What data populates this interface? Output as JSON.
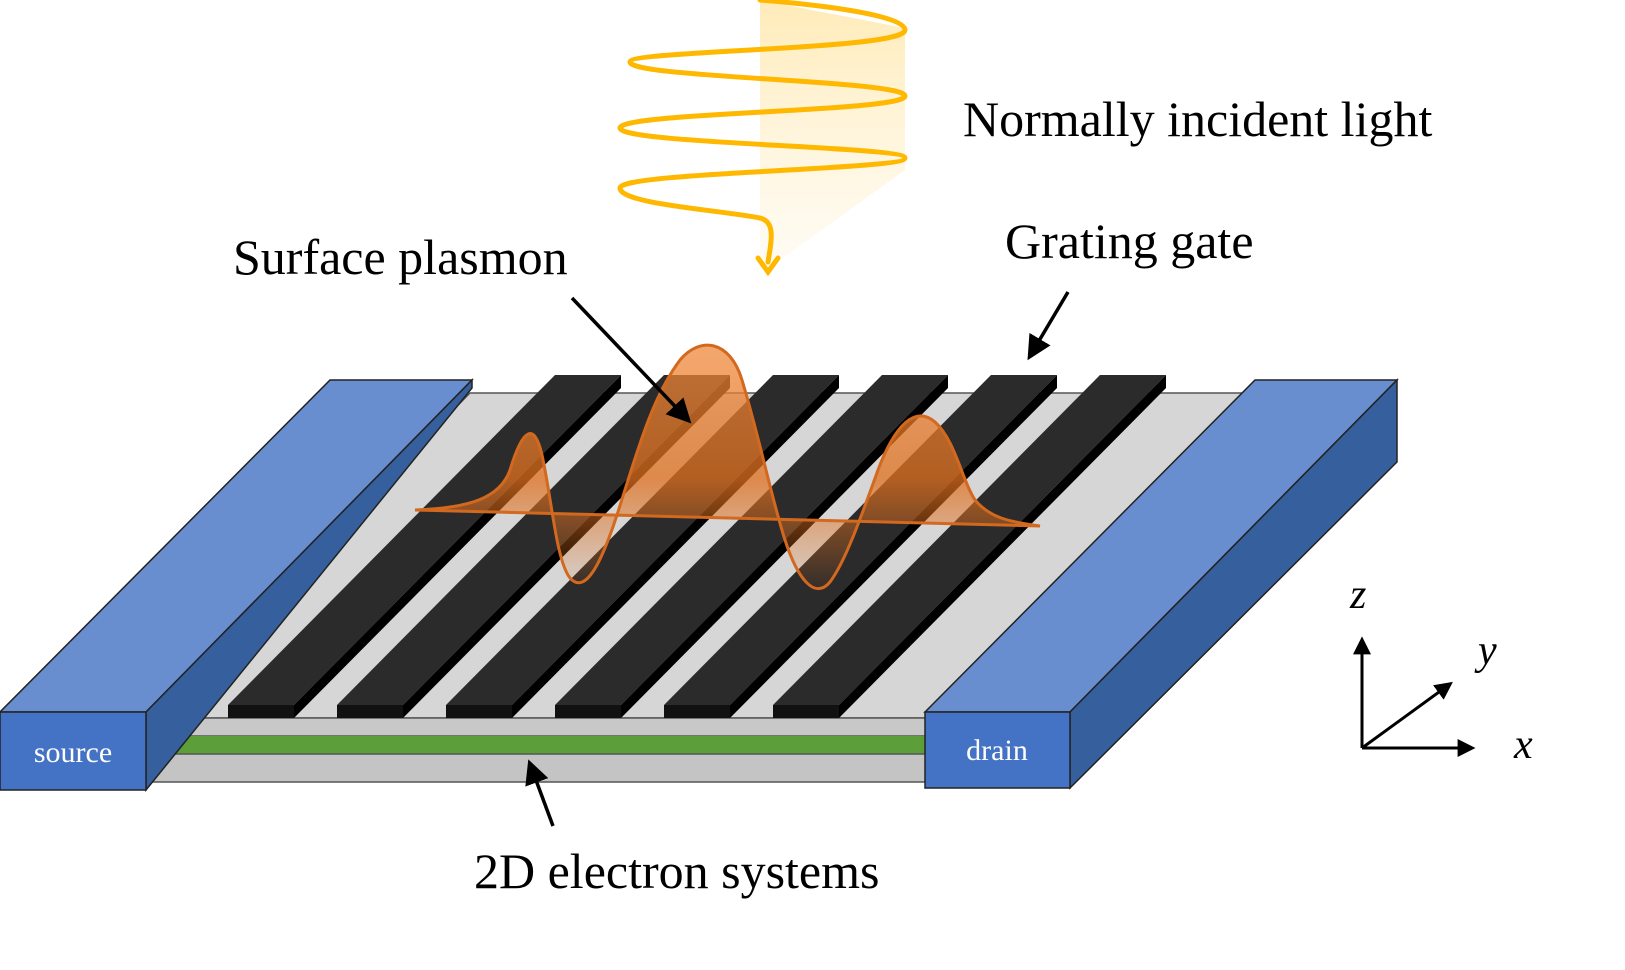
{
  "labels": {
    "light": "Normally incident light",
    "plasmon": "Surface plasmon",
    "gate": "Grating gate",
    "electron": "2D electron systems",
    "source": "source",
    "drain": "drain"
  },
  "axes": {
    "z": "z",
    "y": "y",
    "x": "x"
  },
  "colors": {
    "electrode_front": "#4472C4",
    "electrode_top": "#698ED0",
    "electrode_side": "#365F9E",
    "substrate": "#C8C8C8",
    "substrate_top": "#D6D6D6",
    "two_deg_layer": "#5B9E3A",
    "grating_bar": "#2B2B2B",
    "light_wave": "#FFB800",
    "plasmon": "#E0701F"
  },
  "grating_bar_count": 6
}
